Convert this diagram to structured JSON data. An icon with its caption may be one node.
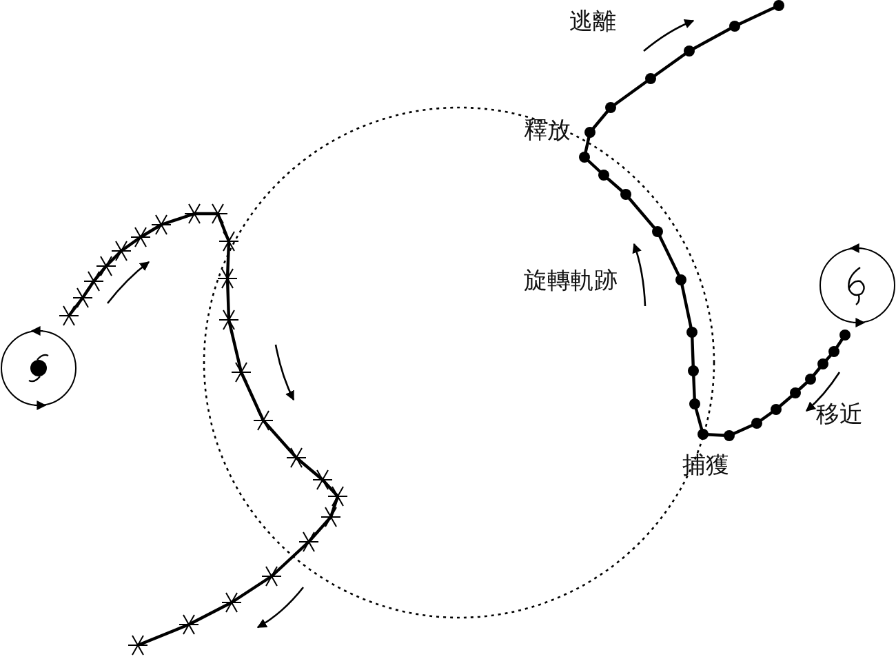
{
  "diagram": {
    "labels": [
      "逃離",
      "釋放",
      "旋轉軌跡",
      "移近",
      "捕獲"
    ]
  }
}
